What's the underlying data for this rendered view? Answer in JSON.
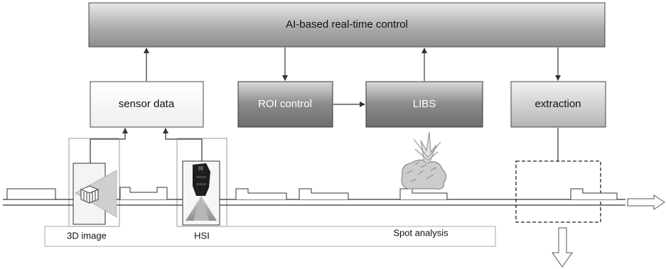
{
  "boxes": {
    "control": "AI-based real-time control",
    "sensor": "sensor data",
    "roi": "ROI control",
    "libs": "LIBS",
    "extraction": "extraction"
  },
  "labels": {
    "image3d": "3D image",
    "hsi": "HSI",
    "spot": "Spot analysis"
  },
  "colors": {
    "box_fill_light": "#f6f6f6",
    "box_fill_gray": "#8c8c8c",
    "line": "#333333"
  }
}
